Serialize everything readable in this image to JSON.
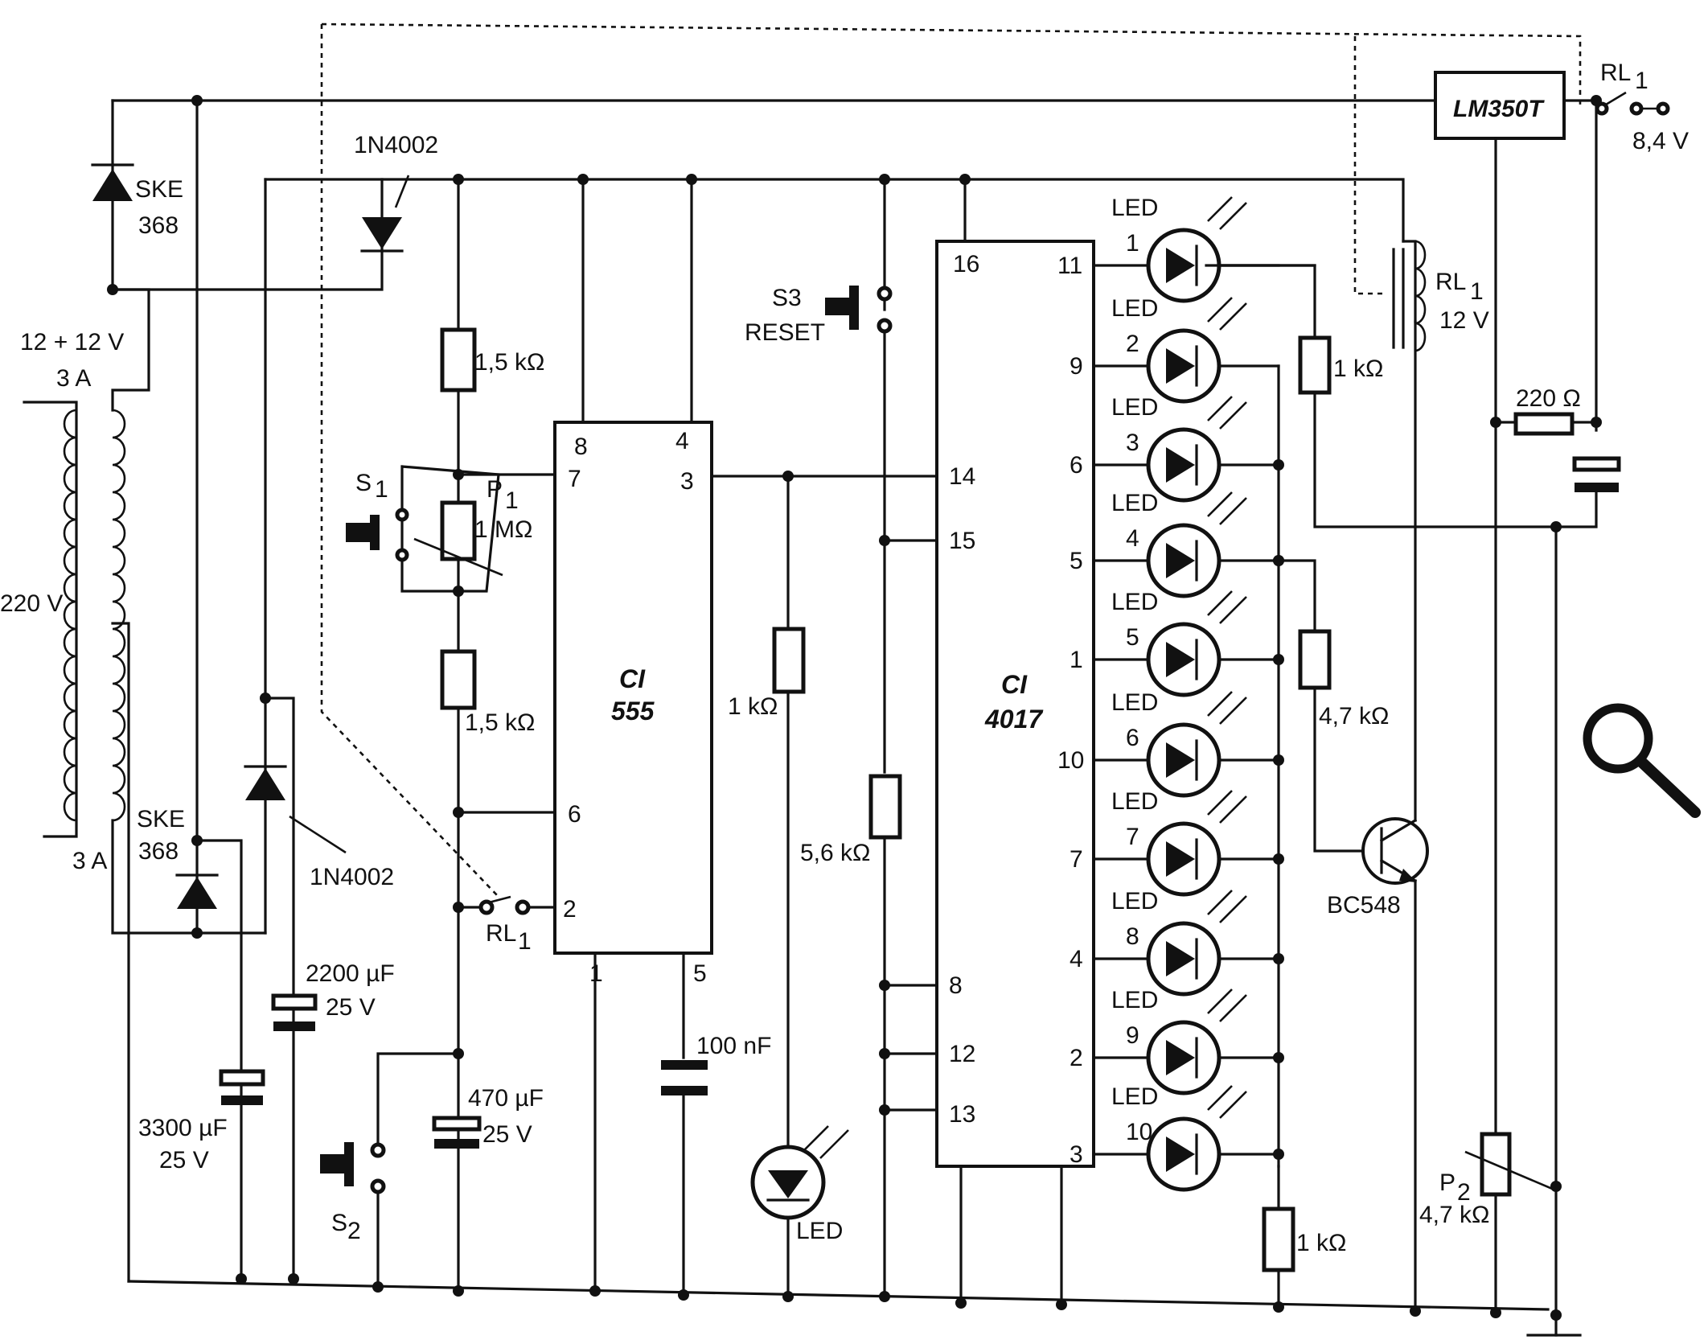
{
  "transformer": {
    "primary_voltage": "220 V",
    "secondary_rating": "12 + 12 V",
    "secondary_current_top": "3 A",
    "secondary_current_bottom": "3 A"
  },
  "rectifier": {
    "diode_top_name": "SKE",
    "diode_top_code": "368",
    "diode_bottom_name": "SKE",
    "diode_bottom_code": "368",
    "diode_upper_small": "1N4002",
    "diode_lower_small": "1N4002"
  },
  "capacitors": {
    "c1_value": "2200 µF",
    "c1_voltage": "25 V",
    "c2_value": "3300 µF",
    "c2_voltage": "25 V",
    "c3_value": "470 µF",
    "c3_voltage": "25 V",
    "c4_value": "100 nF"
  },
  "timer": {
    "ic_label": "CI",
    "ic_number": "555",
    "pins": [
      "8",
      "4",
      "7",
      "3",
      "6",
      "2",
      "1",
      "5"
    ],
    "r_top": "1,5 kΩ",
    "r_bottom": "1,5 kΩ",
    "pot_name": "P",
    "pot_sub": "1",
    "pot_value": "1 MΩ",
    "switch_s1": "S",
    "switch_s1_sub": "1",
    "switch_s2": "S",
    "switch_s2_sub": "2",
    "relay_contact": "RL",
    "relay_contact_sub": "1"
  },
  "output_led": {
    "resistor": "1 kΩ",
    "label": "LED"
  },
  "counter": {
    "ic_label": "CI",
    "ic_number": "4017",
    "reset_switch": "S3",
    "reset_label": "RESET",
    "reset_resistor": "5,6 kΩ",
    "left_pins": [
      "16",
      "14",
      "15",
      "8",
      "12",
      "13"
    ],
    "right_pins": [
      "11",
      "9",
      "6",
      "5",
      "1",
      "10",
      "7",
      "4",
      "2",
      "3"
    ],
    "led_word": "LED",
    "led_numbers": [
      "1",
      "2",
      "3",
      "4",
      "5",
      "6",
      "7",
      "8",
      "9",
      "10"
    ],
    "led_resistor": "1 kΩ"
  },
  "relay_driver": {
    "relay_name": "RL",
    "relay_sub": "1",
    "relay_voltage": "12 V",
    "r_relay": "1 kΩ",
    "r_base": "4,7 kΩ",
    "transistor": "BC548"
  },
  "regulator": {
    "part": "LM350T",
    "r_adj": "220 Ω",
    "pot_name": "P",
    "pot_sub": "2",
    "pot_value": "4,7 kΩ",
    "relay_switch": "RL",
    "relay_switch_sub": "1",
    "output_voltage": "8,4 V"
  },
  "toolbar": {
    "zoom_icon": "magnifier-icon"
  }
}
